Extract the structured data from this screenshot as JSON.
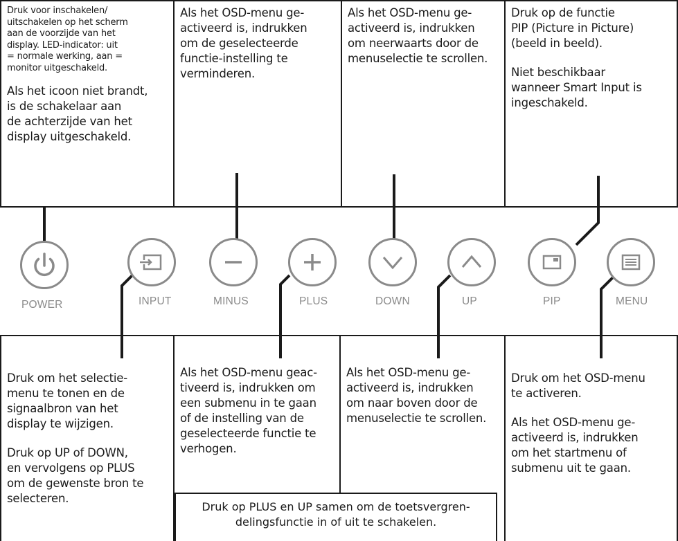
{
  "top_boxes": [
    {
      "name": "power",
      "small_paragraph": "Druk voor inschakelen/\nuitschakelen op het scherm\naan de voorzijde van het\ndisplay. LED-indicator: uit\n= normale werking, aan =\nmonitor uitgeschakeld.",
      "paragraph": "Als het icoon niet brandt,\nis de schakelaar aan\nde achterzijde van het\ndisplay uitgeschakeld."
    },
    {
      "name": "minus",
      "paragraph": "Als het OSD-menu ge-\nactiveerd is, indrukken\nom de geselecteerde\nfunctie-instelling te\nverminderen."
    },
    {
      "name": "down",
      "paragraph": "Als het OSD-menu ge-\nactiveerd is, indrukken\nom neerwaarts door de\nmenuselectie te scrollen."
    },
    {
      "name": "pip",
      "paragraph": "Druk op de functie\nPIP (Picture in Picture)\n(beeld in beeld).",
      "paragraph2": "Niet beschikbaar\nwanneer Smart Input is\ningeschakeld."
    }
  ],
  "buttons": [
    {
      "label": "POWER",
      "icon": "power-icon"
    },
    {
      "label": "INPUT",
      "icon": "input-icon"
    },
    {
      "label": "MINUS",
      "icon": "minus-icon"
    },
    {
      "label": "PLUS",
      "icon": "plus-icon"
    },
    {
      "label": "DOWN",
      "icon": "chevron-down-icon"
    },
    {
      "label": "UP",
      "icon": "chevron-up-icon"
    },
    {
      "label": "PIP",
      "icon": "pip-icon"
    },
    {
      "label": "MENU",
      "icon": "menu-icon"
    }
  ],
  "bottom_boxes": [
    {
      "name": "input",
      "paragraph": "Druk om het selectie-\nmenu te tonen en de\nsignaalbron van het\ndisplay te wijzigen.",
      "paragraph2": "Druk op UP of DOWN,\nen vervolgens op PLUS\nom de gewenste bron te\nselecteren."
    },
    {
      "name": "plus",
      "paragraph": "Als het OSD-menu geac-\ntiveerd is, indrukken om\neen submenu in te gaan\nof de instelling van de\ngeselecteerde functie te\nverhogen."
    },
    {
      "name": "up",
      "paragraph": "Als het OSD-menu ge-\nactiveerd is, indrukken\nom naar boven door de\nmenuselectie te scrollen."
    },
    {
      "name": "menu",
      "paragraph": "Druk om het OSD-menu\nte activeren.",
      "paragraph2": "Als het OSD-menu ge-\nactiveerd is, indrukken\nom het startmenu of\nsubmenu uit te gaan."
    }
  ],
  "note": "Druk op PLUS en UP samen om de toetsvergren-\ndelingsfunctie in of uit te schakelen.",
  "colors": {
    "border": "#1a1a1a",
    "button_gray": "#8a8a8a"
  }
}
